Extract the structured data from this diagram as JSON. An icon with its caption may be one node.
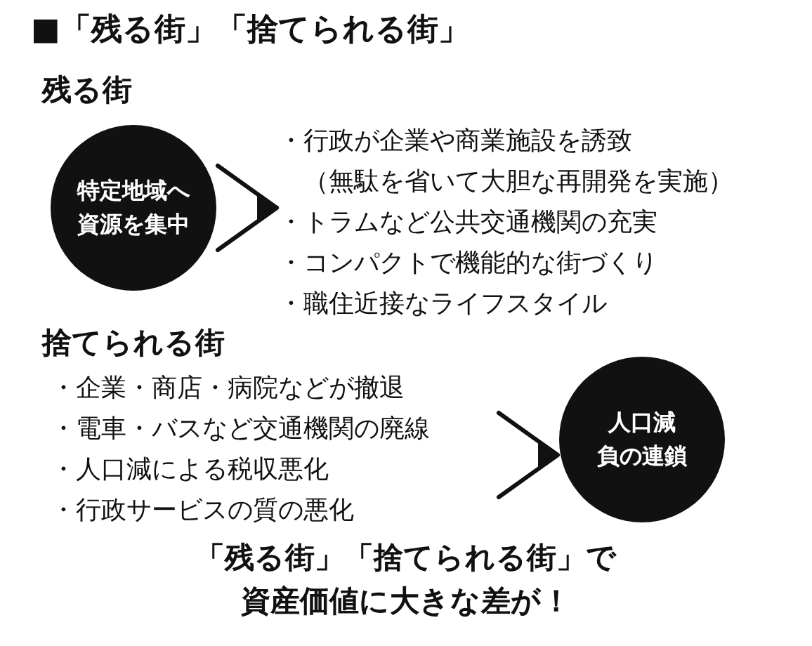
{
  "diagram": {
    "title": "■「残る街」「捨てられる街」",
    "caption": "「残る街」「捨てられる街」で資産価値に大きな差が！",
    "nodes": [
      {
        "text": [
          "特定地域へ資源を集中"
        ]
      },
      {
        "text": [
          "・行政が企業や商業施設を誘致",
          "（無駄を省いて大胆な再開発を実施）",
          "・トラムなど公共交通機関の充実",
          "・コンパクトで機能的な街づくり",
          "・職住近接なライフスタイル"
        ]
      },
      {
        "text": [
          "・企業・商店・病院などが撤退",
          "・電車・バスなど交通機関の廃線",
          "・人口減による税収悪化",
          "・行政サービスの質の悪化"
        ]
      },
      {
        "text": [
          "人口減",
          "負の連鎖"
        ]
      }
    ],
    "edges": [
      {
        "from": 0,
        "to": 1,
        "arrow": "to"
      },
      {
        "from": 2,
        "to": 3,
        "arrow": "to"
      }
    ],
    "labels": [
      "残る街",
      "捨てられる街"
    ]
  }
}
